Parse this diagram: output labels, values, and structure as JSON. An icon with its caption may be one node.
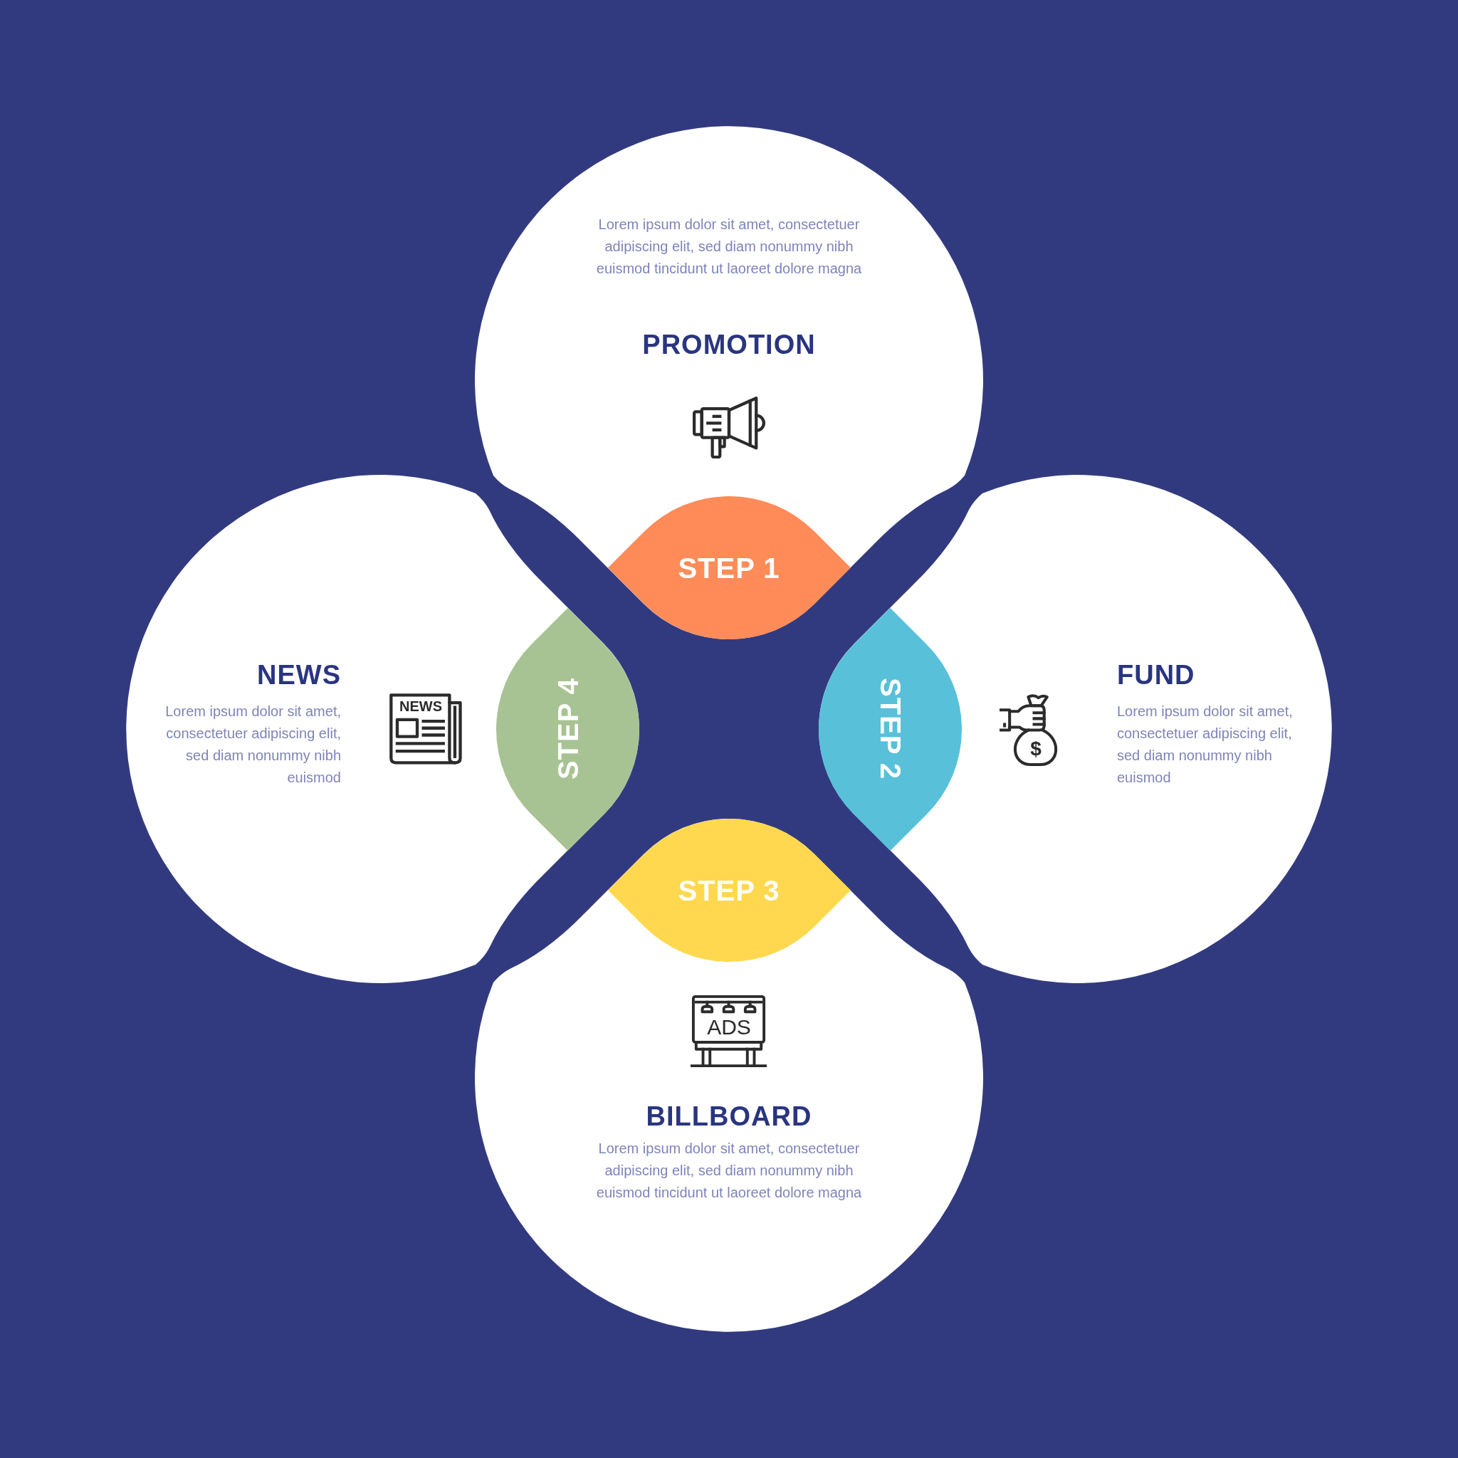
{
  "diagram": {
    "nodes": [
      {
        "text": [
          "Lorem ipsum dolor sit amet, consectetuer adipiscing elit, sed diam nonummy nibh euismod tincidunt ut laoreet dolore magna",
          "PROMOTION"
        ]
      },
      {
        "text": [
          "STEP 1"
        ],
        "in": 0
      },
      {
        "text": [
          "NEWS",
          "Lorem ipsum dolor sit amet, consectetuer adipiscing elit, sed diam nonummy nibh euismod"
        ]
      },
      {
        "text": [
          "STEP 4"
        ],
        "in": 2
      },
      {
        "text": [
          "FUND",
          "Lorem ipsum dolor sit amet, consectetuer adipiscing elit, sed diam nonummy nibh euismod"
        ]
      },
      {
        "text": [
          "STEP 2"
        ],
        "in": 4
      },
      {
        "text": [
          "BILLBOARD",
          "Lorem ipsum dolor sit amet, consectetuer adipiscing elit, sed diam nonummy nibh euismod tincidunt ut laoreet dolore magna"
        ]
      },
      {
        "text": [
          "STEP 3"
        ],
        "in": 6
      }
    ],
    "labels": [
      "NEWS",
      "$",
      "ADS"
    ]
  }
}
